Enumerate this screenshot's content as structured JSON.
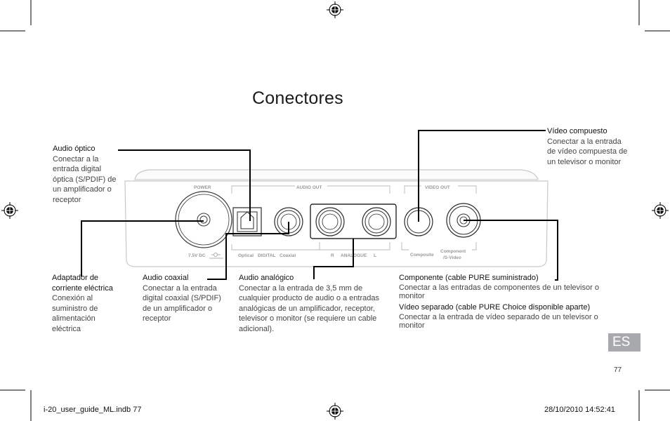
{
  "title": "Conectores",
  "labels": {
    "optical": {
      "heading": "Audio óptico",
      "desc": "Conectar a la entrada digital óptica (S/PDIF) de un amplificador o receptor"
    },
    "composite": {
      "heading": "Vídeo compuesto",
      "desc": "Conectar a la entrada de vídeo compuesta de un televisor o monitor"
    },
    "power": {
      "heading": "Adaptador de corriente eléctrica",
      "desc": "Conexión al suministro de alimentación eléctrica"
    },
    "coaxial": {
      "heading": "Audio coaxial",
      "desc": "Conectar a la entrada digital coaxial (S/PDIF) de un amplificador o receptor"
    },
    "analogue": {
      "heading": "Audio analógico",
      "desc": "Conectar a la entrada de 3,5 mm de cualquier producto de audio o a entradas analógicas de un amplificador, receptor, televisor o monitor (se requiere un cable adicional)."
    },
    "component": {
      "heading": "Componente (cable PURE suministrado)",
      "desc": "Conectar a las entradas de componentes de un televisor o monitor"
    },
    "svideo": {
      "heading": "Vídeo separado (cable PURE Choice disponible aparte)",
      "desc": "Conectar a la entrada de vídeo separado de un televisor o monitor"
    }
  },
  "device": {
    "power": "POWER",
    "audio_out": "AUDIO OUT",
    "video_out": "VIDEO OUT",
    "dc": "7.5V DC",
    "optical": "Optical",
    "digital": "DIGITAL",
    "coaxial": "Coaxial",
    "r": "R",
    "analogue": "ANALOGUE",
    "l": "L",
    "composite": "Composite",
    "component": "Component",
    "svideo": "/S-Video"
  },
  "language_tab": "ES",
  "page_number": "77",
  "footer": {
    "file": "i-20_user_guide_ML.indb   77",
    "timestamp": "28/10/2010   14:52:41"
  }
}
